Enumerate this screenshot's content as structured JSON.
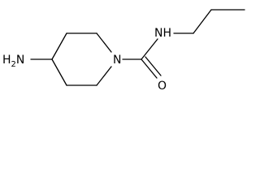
{
  "structure": {
    "atoms": {
      "amine": "H2N",
      "amine_h": "H",
      "amine_sub": "2",
      "amine_n": "N",
      "ring_nitrogen": "N",
      "amide_nitrogen": "N",
      "amide_h": "H",
      "carbonyl_oxygen": "O"
    },
    "colors": {
      "bond": "#000000",
      "label": "#000000",
      "background": "#ffffff"
    }
  }
}
